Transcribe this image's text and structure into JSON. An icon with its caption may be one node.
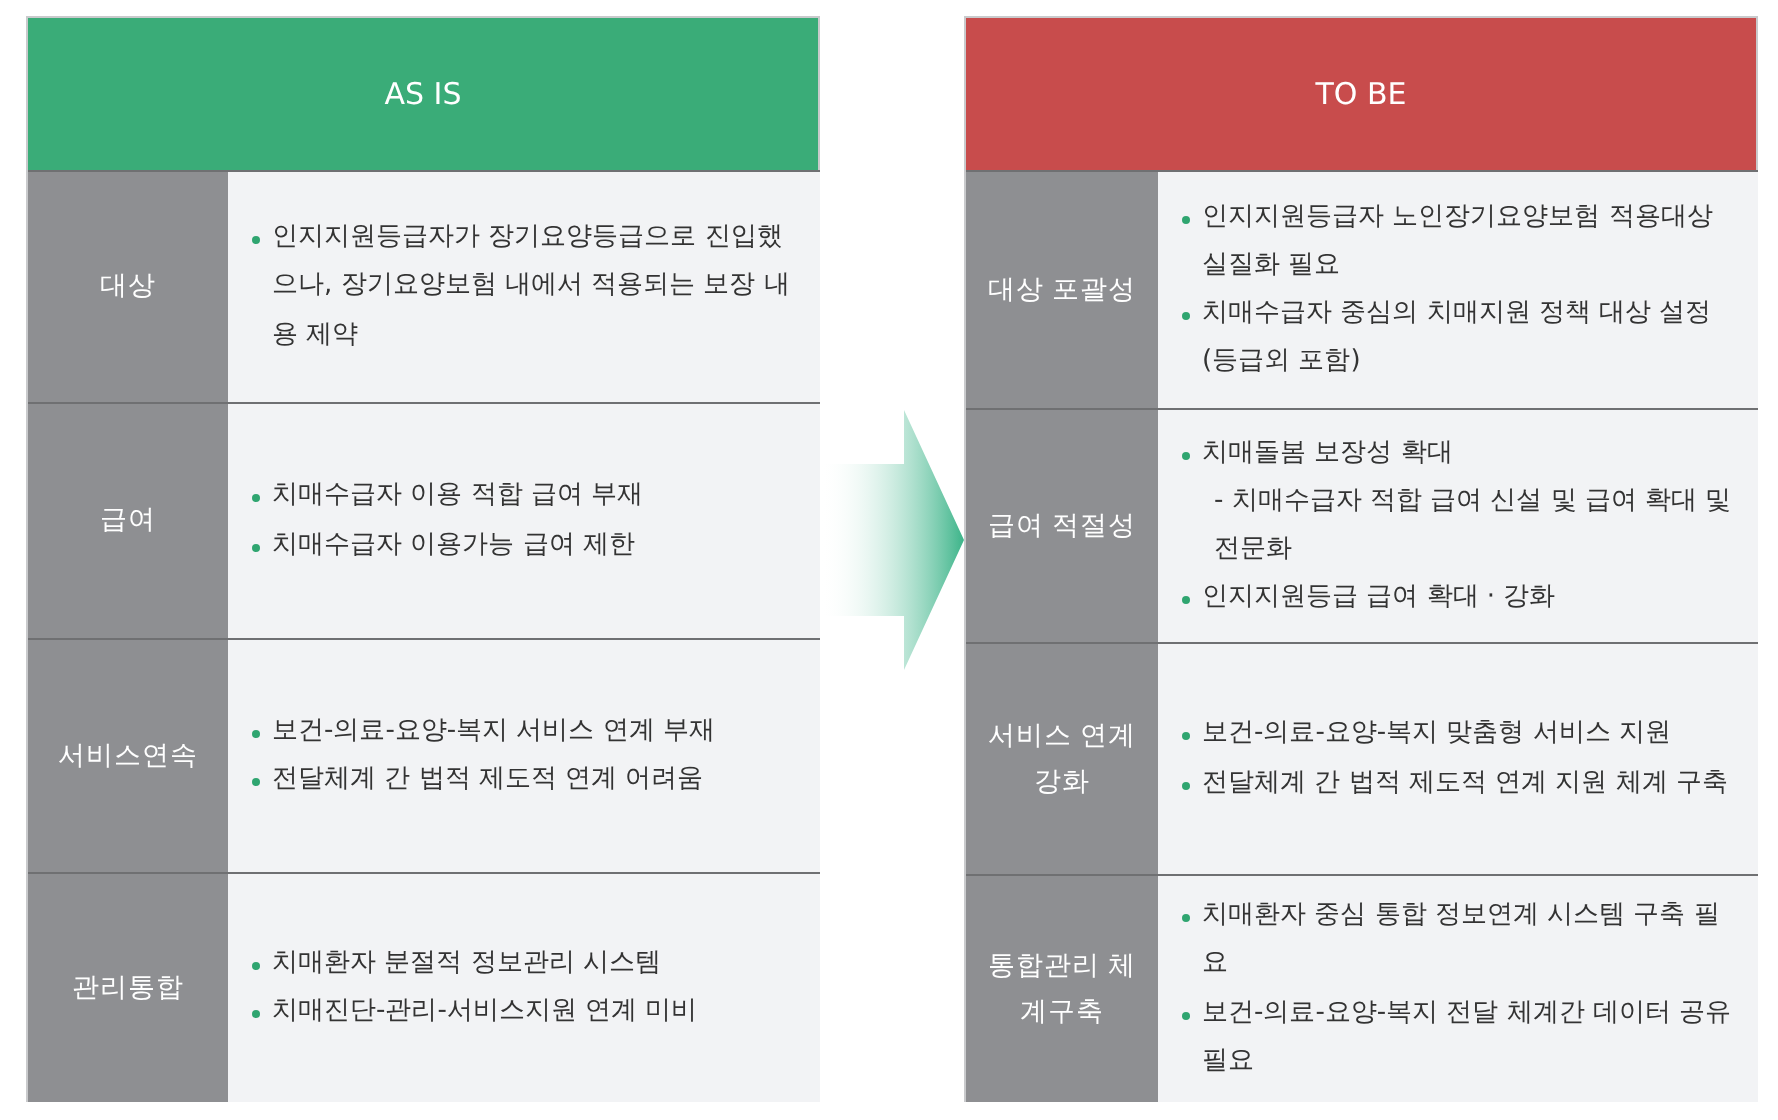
{
  "diagram": {
    "nodes": [
      {
        "text": [
          "AS IS"
        ]
      },
      {
        "text": [
          "대상"
        ],
        "in": 0
      },
      {
        "text": [
          "인지지원등급자가 장기요양등급으로 진입했으나, 장기요양보험 내에서 적용되는 보장 내용 제약"
        ],
        "in": 0
      },
      {
        "text": [
          "급여"
        ],
        "in": 0
      },
      {
        "text": [
          "치매수급자 이용 적합 급여 부재",
          "치매수급자 이용가능 급여 제한"
        ],
        "in": 0
      },
      {
        "text": [
          "서비스연속"
        ],
        "in": 0
      },
      {
        "text": [
          "보건-의료-요양-복지 서비스 연계 부재",
          "전달체계 간 법적 제도적 연계 어려움"
        ],
        "in": 0
      },
      {
        "text": [
          "관리통합"
        ],
        "in": 0
      },
      {
        "text": [
          "치매환자 분절적 정보관리 시스템",
          "치매진단-관리-서비스지원 연계 미비"
        ],
        "in": 0
      },
      {
        "text": [
          "TO BE"
        ]
      },
      {
        "text": [
          "대상 포괄성"
        ],
        "in": 9
      },
      {
        "text": [
          "인지지원등급자 노인장기요양보험 적용대상 실질화 필요",
          "치매수급자 중심의 치매지원 정책 대상 설정 (등급외 포함)"
        ],
        "in": 9
      },
      {
        "text": [
          "급여 적절성"
        ],
        "in": 9
      },
      {
        "text": [
          "치매돌봄 보장성 확대",
          "- 치매수급자 적합 급여 신설 및 급여 확대 및 전문화",
          "인지지원등급 급여 확대 · 강화"
        ],
        "in": 9
      },
      {
        "text": [
          "서비스 연계강화"
        ],
        "in": 9
      },
      {
        "text": [
          "보건-의료-요양-복지 맞춤형 서비스 지원",
          "전달체계 간 법적 제도적 연계 지원 체계 구축"
        ],
        "in": 9
      },
      {
        "text": [
          "통합관리 체계구축"
        ],
        "in": 9
      },
      {
        "text": [
          "치매환자 중심 통합 정보연계 시스템 구축 필요",
          "보건-의료-요양-복지 전달 체계간 데이터 공유 필요"
        ],
        "in": 9
      }
    ],
    "edges": [
      {
        "from": 0,
        "to": 9,
        "arrow": "to"
      }
    ]
  }
}
